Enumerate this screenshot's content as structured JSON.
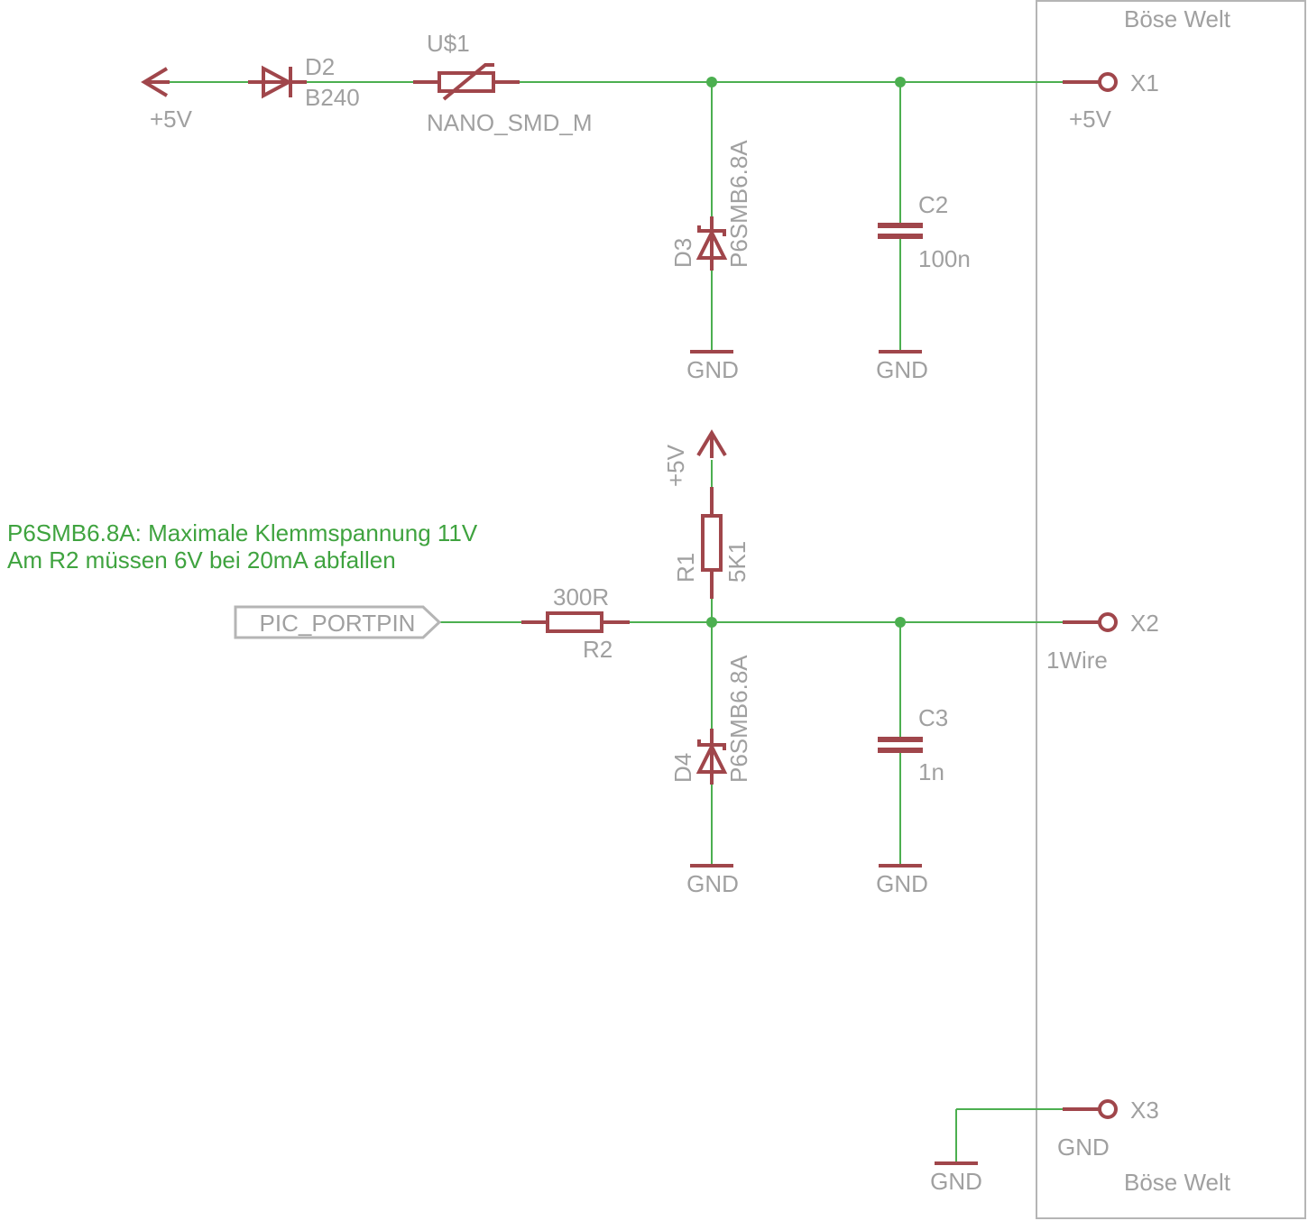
{
  "frame": {
    "title_top": "Böse Welt",
    "title_bottom": "Böse Welt"
  },
  "notes": [
    "P6SMB6.8A: Maximale Klemmspannung 11V",
    "Am R2 müssen 6V bei 20mA abfallen"
  ],
  "components": {
    "supply_left": {
      "label": "+5V"
    },
    "supply_r1": {
      "label": "+5V"
    },
    "d2": {
      "name": "D2",
      "value": "B240"
    },
    "u1": {
      "name": "U$1",
      "value": "NANO_SMD_M"
    },
    "d3": {
      "name": "D3",
      "value": "P6SMB6.8A"
    },
    "c2": {
      "name": "C2",
      "value": "100n"
    },
    "r1": {
      "name": "R1",
      "value": "5K1"
    },
    "r2": {
      "name": "R2",
      "value": "300R"
    },
    "d4": {
      "name": "D4",
      "value": "P6SMB6.8A"
    },
    "c3": {
      "name": "C3",
      "value": "1n"
    },
    "pic_port": {
      "label": "PIC_PORTPIN"
    }
  },
  "grounds": [
    "GND",
    "GND",
    "GND",
    "GND",
    "GND"
  ],
  "connectors": [
    {
      "name": "X1",
      "net": "+5V"
    },
    {
      "name": "X2",
      "net": "1Wire"
    },
    {
      "name": "X3",
      "net": "GND"
    }
  ]
}
